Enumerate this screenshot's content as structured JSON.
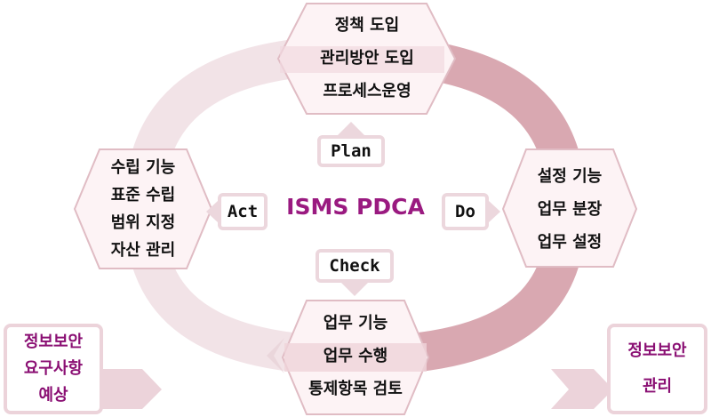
{
  "title": "ISMS PDCA",
  "colors": {
    "title": "#9a1a80",
    "ring_light": "#f2e3e7",
    "ring_dark": "#d9a8b1",
    "side_text": "#8a0f73"
  },
  "phases": {
    "plan": {
      "label": "Plan",
      "items": [
        "정책 도입",
        "관리방안 도입",
        "프로세스운영"
      ]
    },
    "do": {
      "label": "Do",
      "items": [
        "설정 기능",
        "업무 분장",
        "업무 설정"
      ]
    },
    "check": {
      "label": "Check",
      "items": [
        "업무 기능",
        "업무 수행",
        "통제항목 검토"
      ]
    },
    "act": {
      "label": "Act",
      "items": [
        "수립 기능",
        "표준 수립",
        "범위 지정",
        "자산 관리"
      ]
    }
  },
  "input": {
    "lines": [
      "정보보안",
      "요구사항",
      "예상"
    ]
  },
  "output": {
    "lines": [
      "정보보안",
      "관리"
    ]
  }
}
